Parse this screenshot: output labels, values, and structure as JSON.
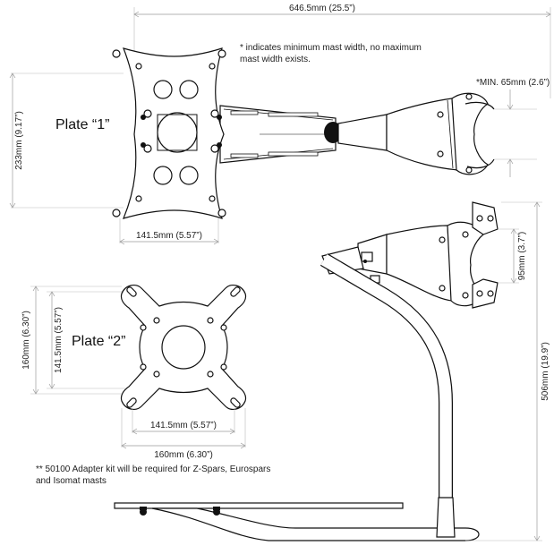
{
  "colors": {
    "ink": "#111111",
    "dimension_line": "#9a9a9a",
    "background": "#ffffff"
  },
  "labels": {
    "plate1": "Plate “1”",
    "plate2": "Plate “2”"
  },
  "notes": {
    "min_mast_line1": "* indicates minimum mast width, no maximum",
    "min_mast_line2": "mast width exists.",
    "adapter_line1": "** 50100 Adapter kit will be required for Z-Spars, Eurospars",
    "adapter_line2": "and Isomat masts"
  },
  "dimensions": {
    "overall_width": "646.5mm (25.5”)",
    "plate1_height": "233mm (9.17”)",
    "plate1_hole_spacing": "141.5mm (5.57”)",
    "min_mast": "*MIN. 65mm (2.6”)",
    "clamp_height": "95mm (3.7”)",
    "overall_height": "506mm (19.9”)",
    "plate2_outer_height": "160mm (6.30”)",
    "plate2_inner_height": "141.5mm (5.57”)",
    "plate2_hole_spacing": "141.5mm (5.57”)",
    "plate2_width": "160mm (6.30”)"
  }
}
